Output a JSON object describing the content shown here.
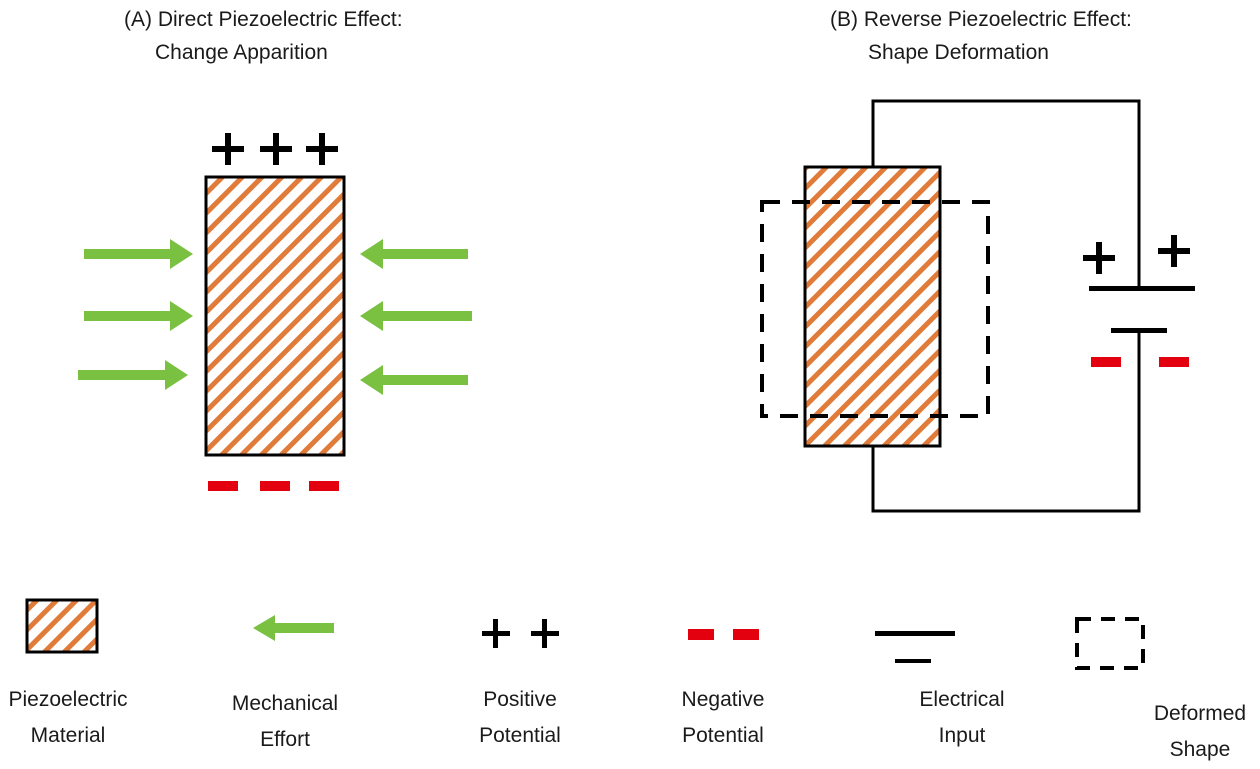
{
  "panel_a": {
    "title_line1": "(A) Direct Piezoelectric Effect:",
    "title_line2": "Change Apparition",
    "top_charge": "positive-potential",
    "bottom_charge": "negative-potential",
    "arrows_left_count": 3,
    "arrows_right_count": 3
  },
  "panel_b": {
    "title_line1": "(B) Reverse Piezoelectric Effect:",
    "title_line2": "Shape Deformation",
    "battery_positive": "positive-potential",
    "battery_negative": "negative-potential"
  },
  "legend": [
    {
      "icon": "piezoelectric-material-icon",
      "line1": "Piezoelectric",
      "line2": "Material"
    },
    {
      "icon": "mechanical-effort-arrow-icon",
      "line1": "Mechanical",
      "line2": "Effort"
    },
    {
      "icon": "positive-potential-icon",
      "line1": "Positive",
      "line2": "Potential"
    },
    {
      "icon": "negative-potential-icon",
      "line1": "Negative",
      "line2": "Potential"
    },
    {
      "icon": "electrical-input-icon",
      "line1": "Electrical",
      "line2": "Input"
    },
    {
      "icon": "deformed-shape-icon",
      "line1": "Deformed",
      "line2": "Shape"
    }
  ],
  "colors": {
    "hatch": "#e07b39",
    "arrow": "#7ac142",
    "negative": "#e3000f",
    "line": "#000000"
  }
}
